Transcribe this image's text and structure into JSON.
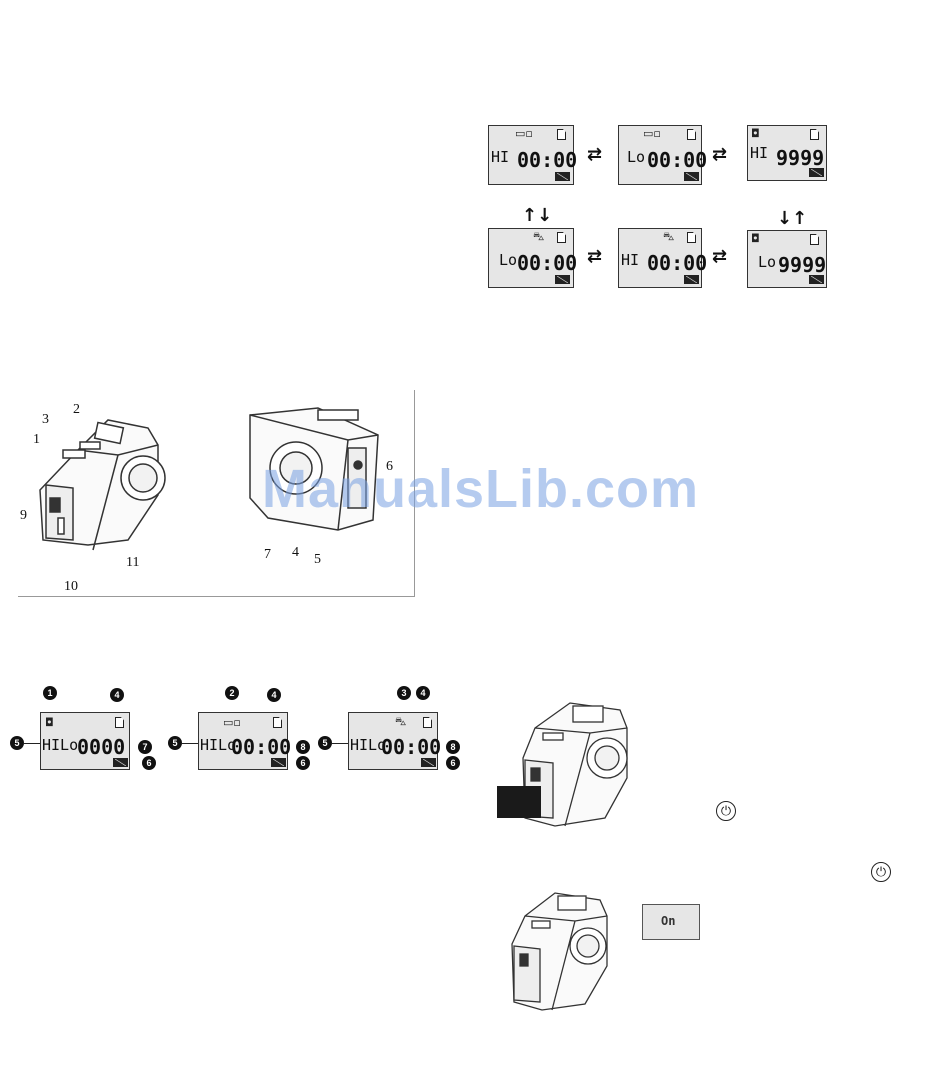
{
  "mode_flow": {
    "row1": [
      {
        "hilo": "HI",
        "digits": "00:00",
        "icon": "video-icon"
      },
      {
        "hilo": "Lo",
        "digits": "00:00",
        "icon": "video-icon"
      },
      {
        "hilo": "HI",
        "digits": "9999",
        "icon": "camera-icon"
      }
    ],
    "row2": [
      {
        "hilo": "Lo",
        "digits": "00:00",
        "icon": "car-icon"
      },
      {
        "hilo": "HI",
        "digits": "00:00",
        "icon": "car-icon"
      },
      {
        "hilo": "Lo",
        "digits": "9999",
        "icon": "camera-icon"
      }
    ],
    "swap_arrow": "⇄",
    "up_down_arrow": "↑↓",
    "down_up_arrow": "↓↑"
  },
  "camera_parts": {
    "labels": [
      "1",
      "2",
      "3",
      "9",
      "10",
      "11",
      "6",
      "7",
      "4",
      "5"
    ]
  },
  "watermark": "ManualsLib.com",
  "display_legend": {
    "panels": [
      {
        "hilo": "HILo",
        "digits": "0000",
        "mode_num": "1",
        "sd_num": "4",
        "hilo_num": "5",
        "batt_num": "6",
        "digit_num": "7"
      },
      {
        "hilo": "HILo",
        "digits": "00:00",
        "mode_num": "2",
        "sd_num": "4",
        "hilo_num": "5",
        "batt_num": "6",
        "digit_num": "8"
      },
      {
        "hilo": "HILo",
        "digits": "00:00",
        "mode_num": "3",
        "sd_num": "4",
        "hilo_num": "5",
        "batt_num": "6",
        "digit_num": "8"
      }
    ]
  },
  "power_on": {
    "power_symbol": "⏻",
    "screen_text": "On"
  },
  "colors": {
    "lcd_bg": "#e6e6e6",
    "watermark": "#78a0e1"
  }
}
